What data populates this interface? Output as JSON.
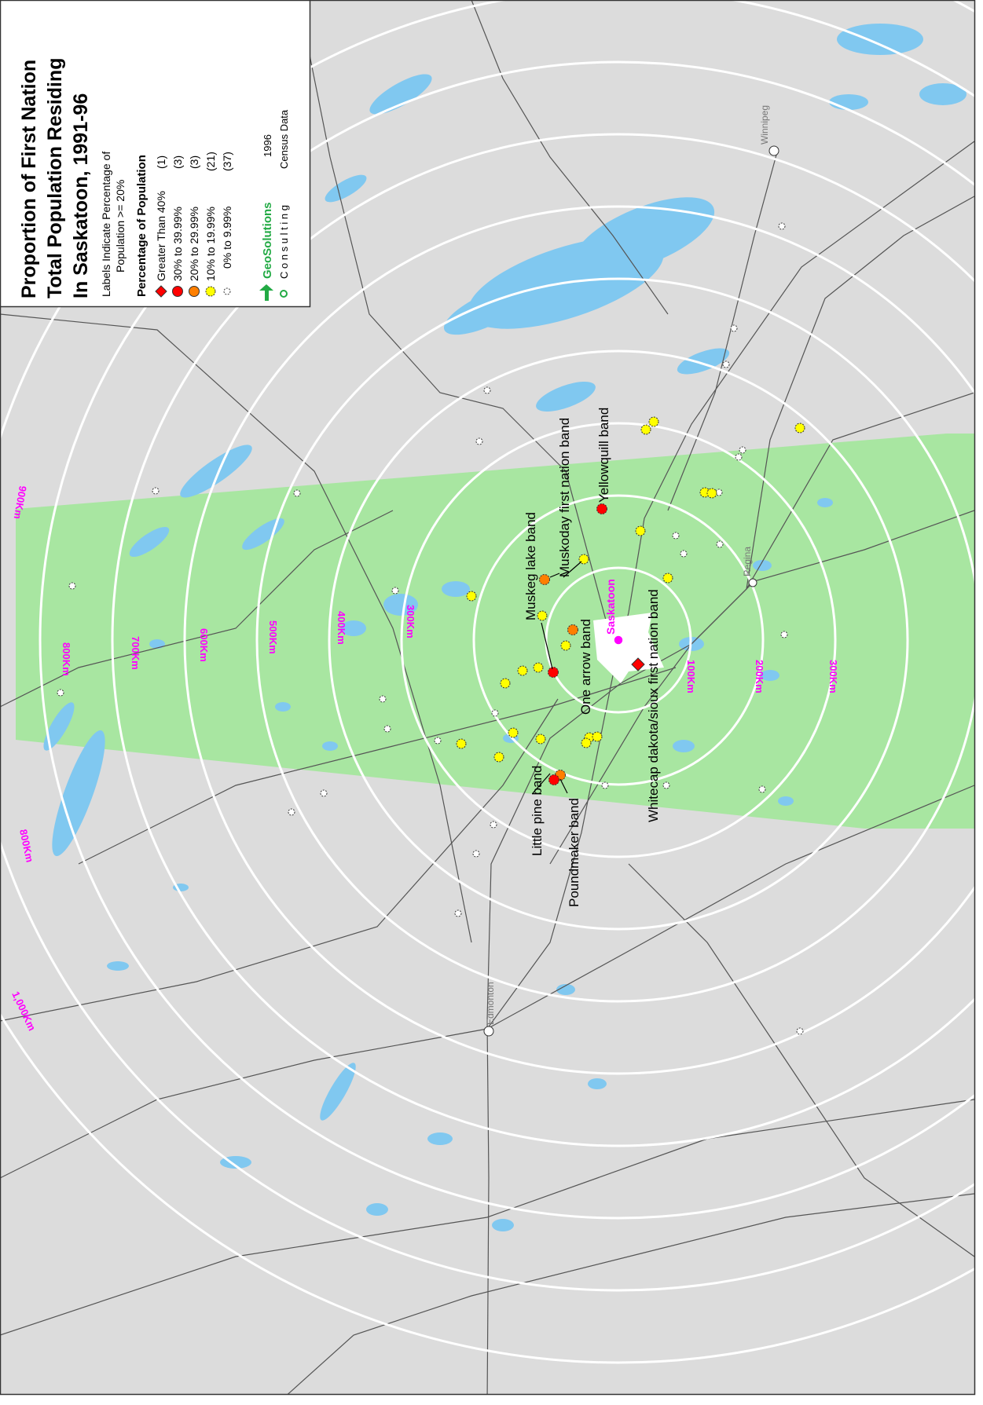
{
  "legend": {
    "title_lines": [
      "Proportion of First Nation",
      "Total Population Residing",
      "In Saskatoon, 1991-96"
    ],
    "note_lines": [
      "Labels Indicate Percentage of",
      "Population >= 20%"
    ],
    "heading": "Percentage of Population",
    "classes": [
      {
        "label": "Greater Than 40%",
        "count": "(1)",
        "color": "#ff0000",
        "marker": "diamond"
      },
      {
        "label": "30% to 39.99%",
        "count": "(3)",
        "color": "#ff0000",
        "marker": "circle"
      },
      {
        "label": "20% to 29.99%",
        "count": "(3)",
        "color": "#ff7f00",
        "marker": "circle"
      },
      {
        "label": "10% to 19.99%",
        "count": "(21)",
        "color": "#ffff00",
        "marker": "circle"
      },
      {
        "label": "0% to 9.99%",
        "count": "(37)",
        "color": "#ffffff",
        "marker": "circle"
      }
    ],
    "logo_name": "GeoSolutions",
    "logo_sub": "C o n s u l t i n g",
    "source_lines": [
      "1996",
      "Census Data"
    ]
  },
  "rings": [
    "100Km",
    "200Km",
    "300Km",
    "300Km",
    "400Km",
    "500Km",
    "600Km",
    "700Km",
    "800Km",
    "800Km",
    "900Km",
    "1,000Km"
  ],
  "cities": {
    "saskatoon": "Saskatoon",
    "regina": "Regina",
    "winnipeg": "Winnipeg",
    "edmonton": "Edmonton"
  },
  "bands": [
    "Muskeg lake band",
    "Muskoday first nation band",
    "Yellowquill band",
    "One arrow band",
    "Whitecap dakota/sioux first nation band",
    "Little pine band",
    "Poundmaker band"
  ],
  "colors": {
    "land": "#dcdcdc",
    "saskatchewan": "#a8e6a1",
    "water": "#80c8f0",
    "rings": "#ffffff",
    "ring_labels": "#ff00ff",
    "roads": "#555555",
    "logo": "#22aa44"
  }
}
